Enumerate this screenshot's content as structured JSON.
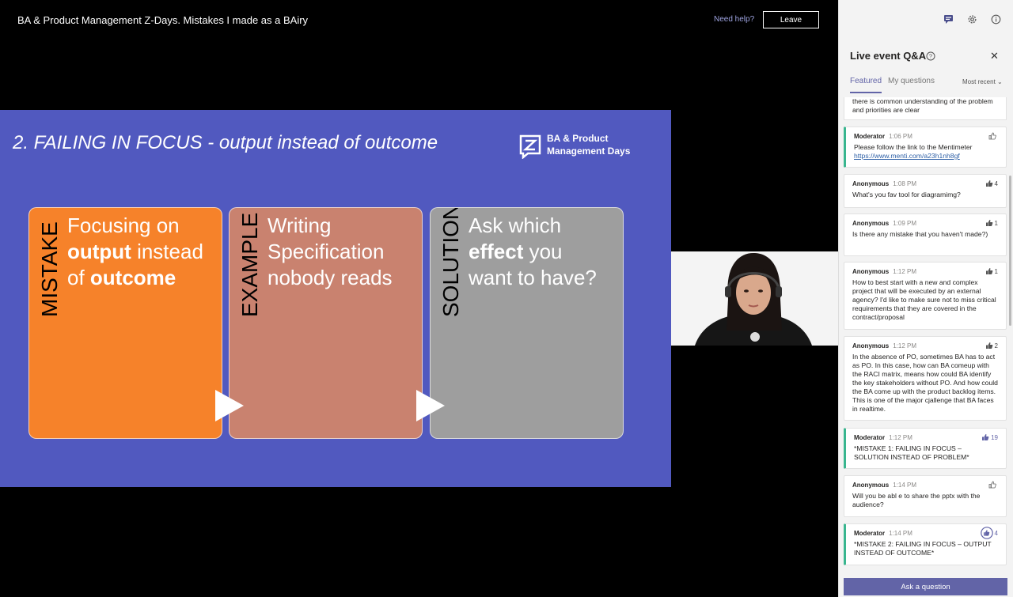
{
  "header": {
    "event_title": "BA & Product Management Z-Days. Mistakes I made as a BAiry",
    "help_link": "Need help?",
    "leave_button": "Leave"
  },
  "slide": {
    "title": "2. FAILING IN FOCUS - output instead of outcome",
    "logo_line1": "BA & Product",
    "logo_line2": "Management Days",
    "cards": [
      {
        "vertical": "MISTAKE",
        "t1": "Focusing on",
        "b1": "output",
        "t2": " instead",
        "t3": "of ",
        "b2": "outcome",
        "color": "#f6822a"
      },
      {
        "vertical": "EXAMPLE",
        "t1": "Writing",
        "t2": "Specification",
        "t3": "nobody reads",
        "color": "#c9826f"
      },
      {
        "vertical": "SOLUTION",
        "t1": "Ask which",
        "b1": "effect",
        "t2": " you",
        "t3": "want to have?",
        "color": "#9e9e9e"
      }
    ]
  },
  "panel": {
    "title": "Live event Q&A",
    "tabs": [
      "Featured",
      "My questions"
    ],
    "sort": "Most recent",
    "partial_text": "there is common understanding of the problem and priorities are clear",
    "items": [
      {
        "author": "Moderator",
        "time": "1:06 PM",
        "likes": "",
        "text": "Please follow the link to the Mentimeter",
        "link": "https://www.menti.com/a23h1nh8gf"
      },
      {
        "author": "Anonymous",
        "time": "1:08 PM",
        "likes": "4",
        "text": "What's you fav tool for diagramimg?"
      },
      {
        "author": "Anonymous",
        "time": "1:09 PM",
        "likes": "1",
        "text": "Is there any mistake that you haven't made?)"
      },
      {
        "author": "Anonymous",
        "time": "1:12 PM",
        "likes": "1",
        "text": "How to best start with a new and complex project that will be executed by an external agency? I'd like to make sure not to miss critical requirements that they are covered in the contract/proposal"
      },
      {
        "author": "Anonymous",
        "time": "1:12 PM",
        "likes": "2",
        "text": "In the absence of PO, sometimes BA has to act as PO. In this case, how can BA comeup with the RACI matrix, means how could BA identify the key stakeholders without PO. And how could the BA come up with the product backlog items. This is one of the major cjallenge that BA faces in realtime."
      },
      {
        "author": "Moderator",
        "time": "1:12 PM",
        "likes": "19",
        "text": "*MISTAKE 1: FAILING IN FOCUS – SOLUTION INSTEAD OF PROBLEM*"
      },
      {
        "author": "Anonymous",
        "time": "1:14 PM",
        "likes": "",
        "text": "Will you be abl e to share the pptx with the audience?"
      },
      {
        "author": "Moderator",
        "time": "1:14 PM",
        "likes": "4",
        "text": "*MISTAKE 2: FAILING IN FOCUS – OUTPUT INSTEAD OF OUTCOME*"
      }
    ],
    "ask_button": "Ask a question"
  },
  "colors": {
    "accent": "#6264a7",
    "moderator_bar": "#39b68f",
    "slide_bg": "#5159bf"
  },
  "icons": [
    "chat-icon",
    "gear-icon",
    "info-icon",
    "help-icon",
    "close-icon",
    "thumbs-up-icon",
    "play-arrow-icon"
  ]
}
